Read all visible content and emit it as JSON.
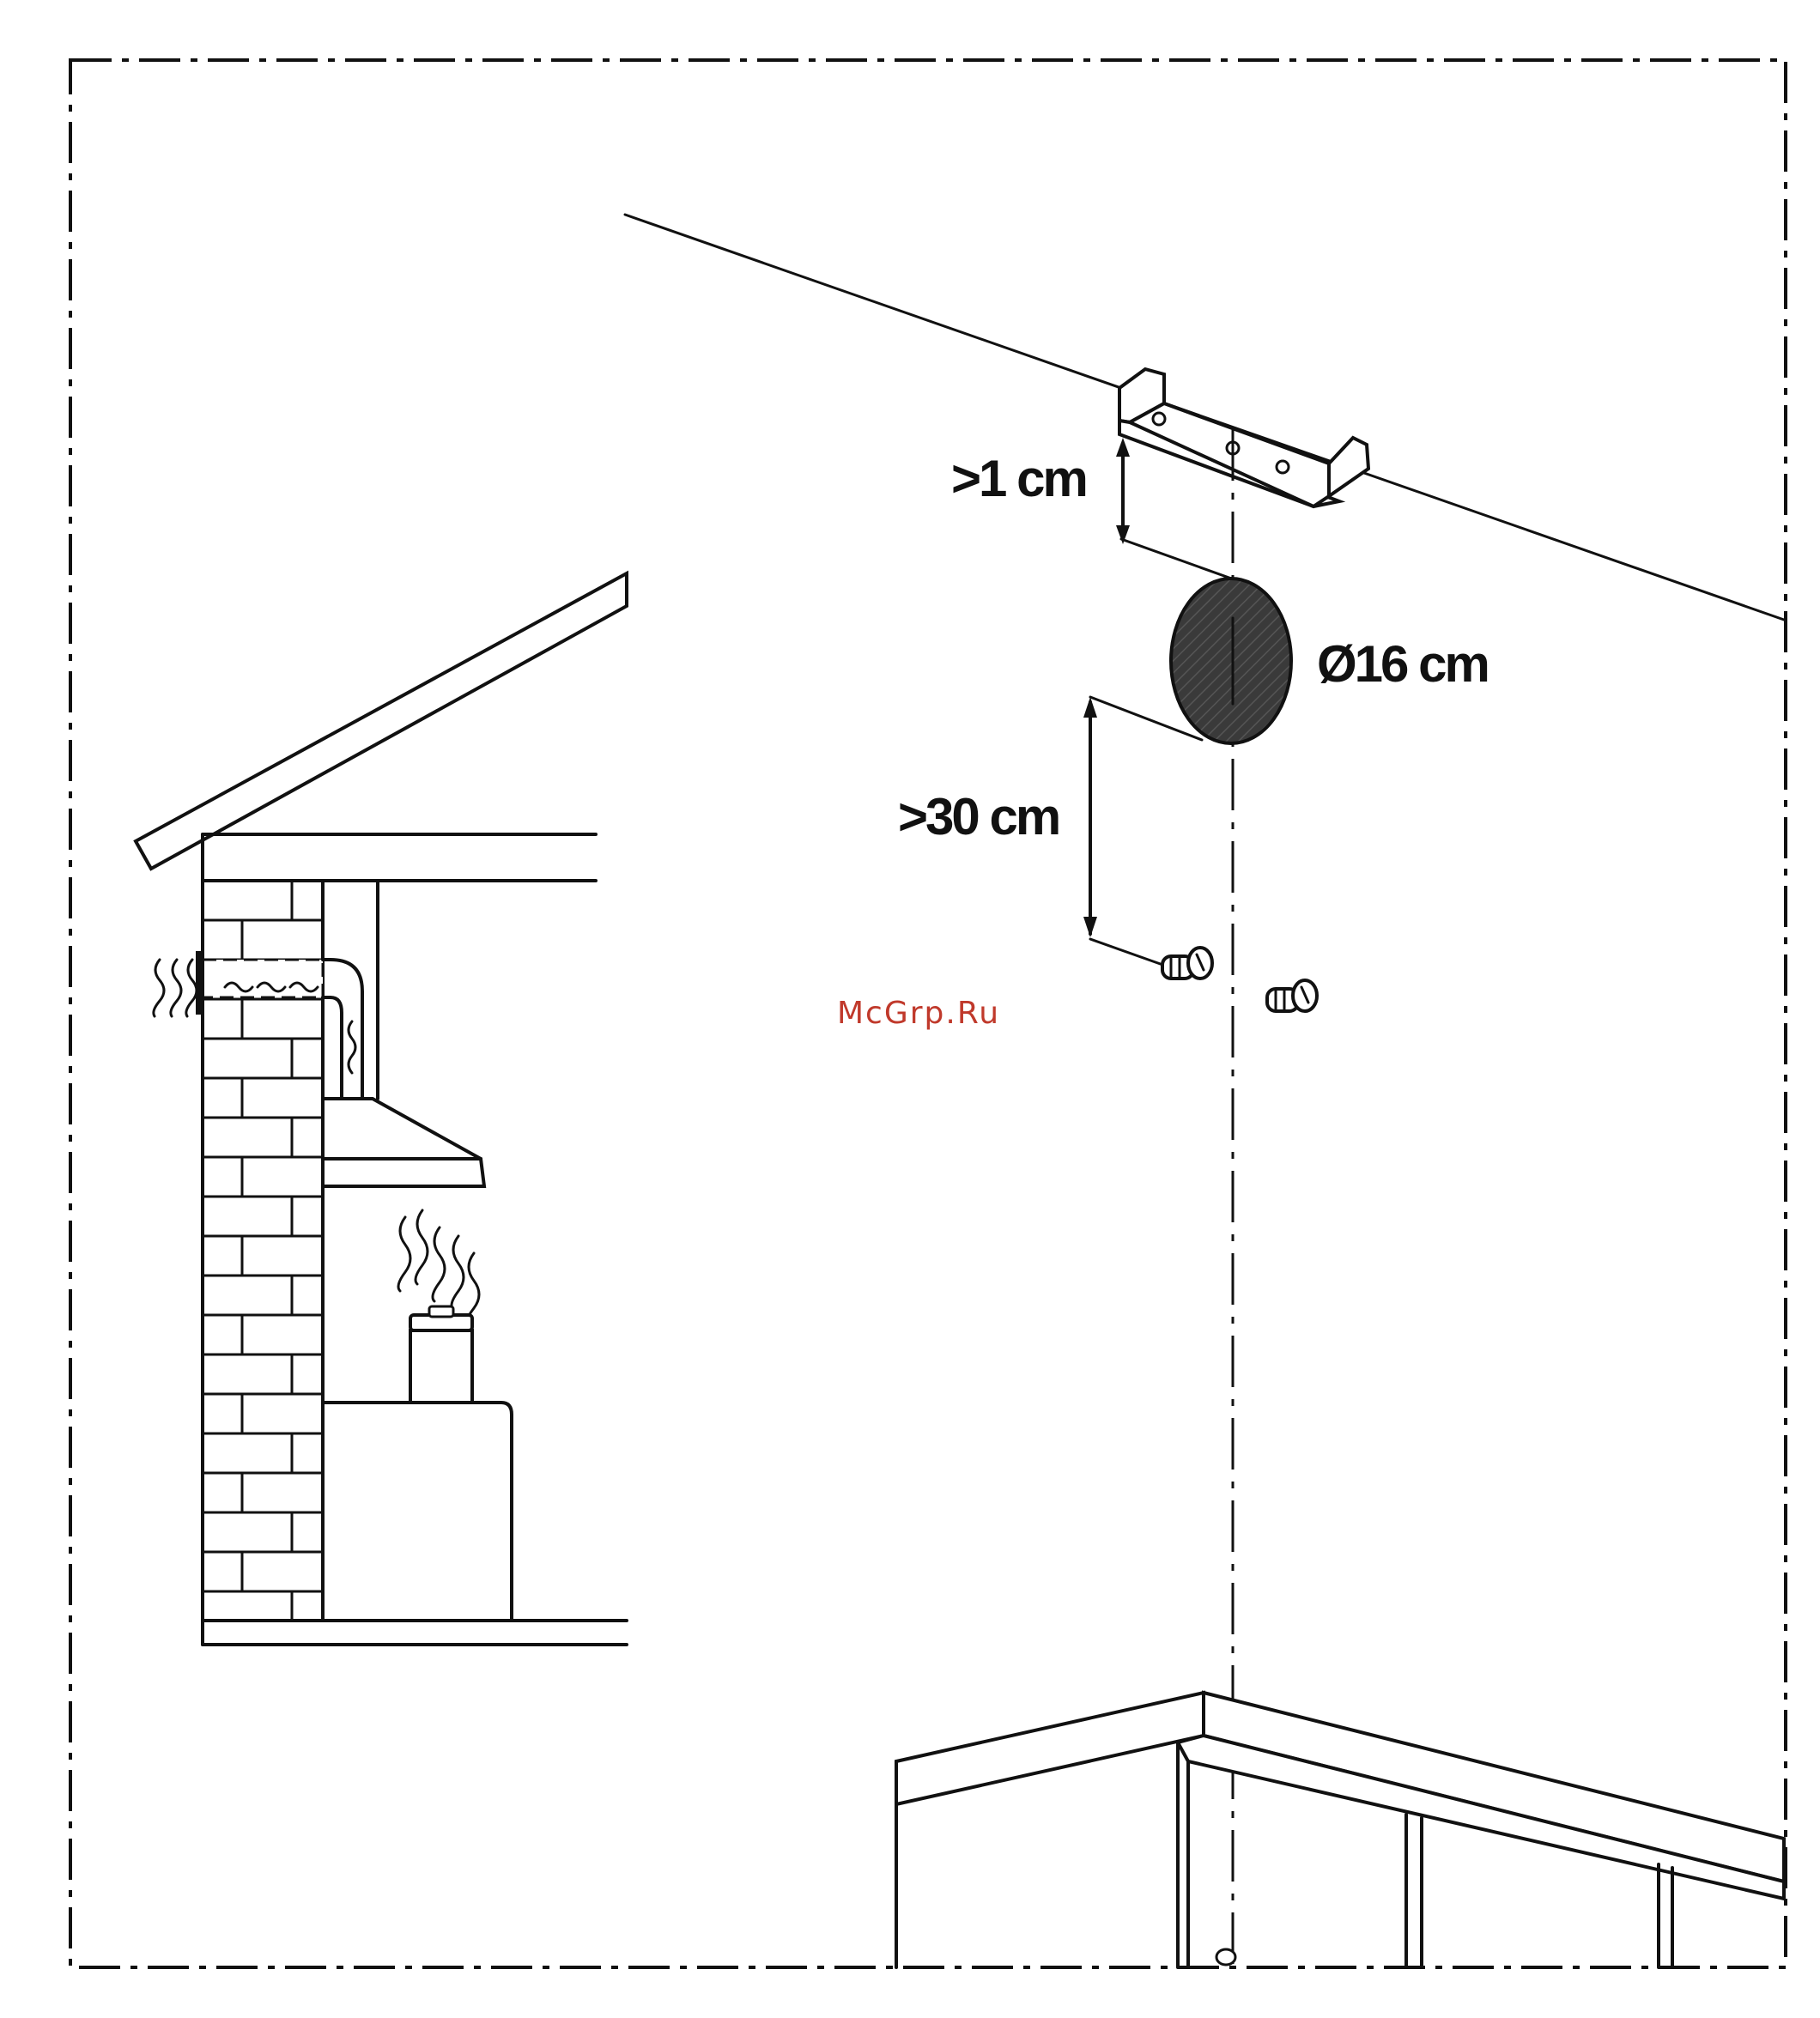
{
  "labels": {
    "clearance_top": ">1 cm",
    "clearance_bottom": ">30 cm",
    "hole_diameter": "Ø16 cm"
  },
  "watermark": {
    "text": "McGrp.Ru",
    "color": "#c0392b"
  },
  "colors": {
    "line": "#111111",
    "hole_fill": "#333333"
  }
}
